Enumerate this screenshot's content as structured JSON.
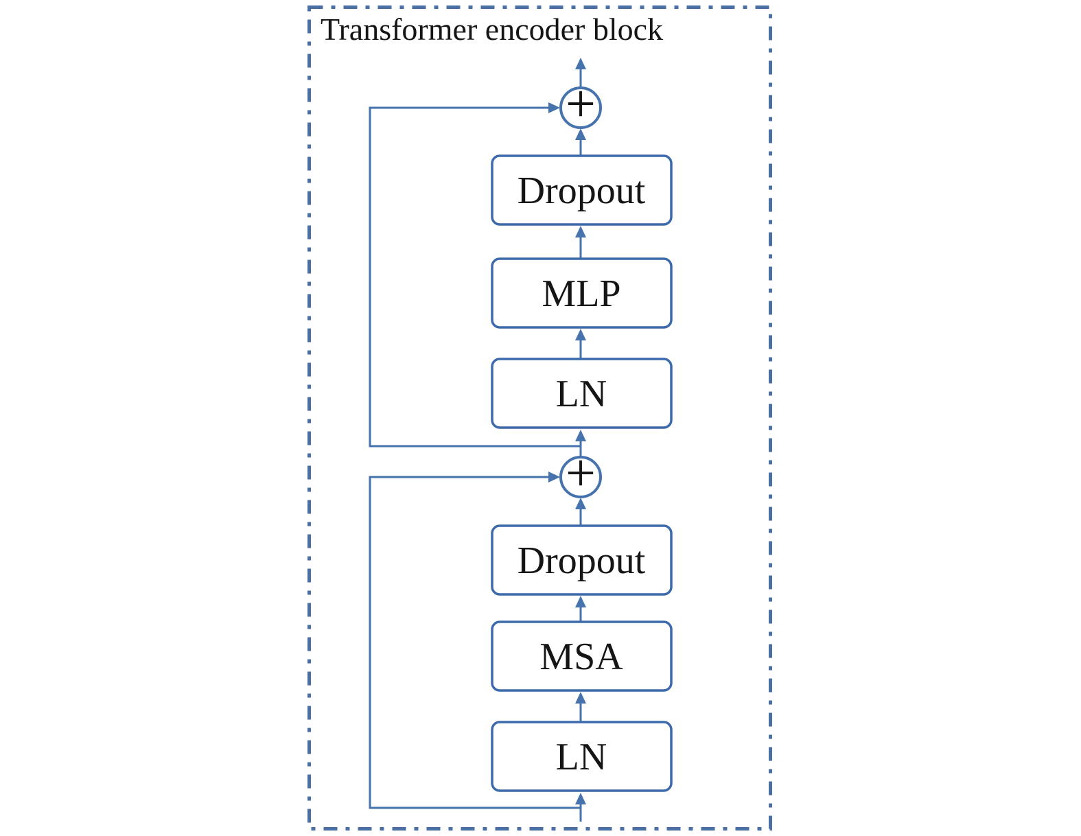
{
  "diagram": {
    "title": "Transformer encoder block",
    "operator": "+",
    "boxes": [
      {
        "id": "dropout-upper",
        "label": "Dropout"
      },
      {
        "id": "mlp",
        "label": "MLP"
      },
      {
        "id": "ln-upper",
        "label": "LN"
      },
      {
        "id": "dropout-lower",
        "label": "Dropout"
      },
      {
        "id": "msa",
        "label": "MSA"
      },
      {
        "id": "ln-lower",
        "label": "LN"
      }
    ],
    "colors": {
      "line": "#4673ae",
      "box_border": "#3d6aac",
      "border_dash": "#4a6fa5",
      "text": "#151515",
      "background": "#ffffff"
    }
  }
}
